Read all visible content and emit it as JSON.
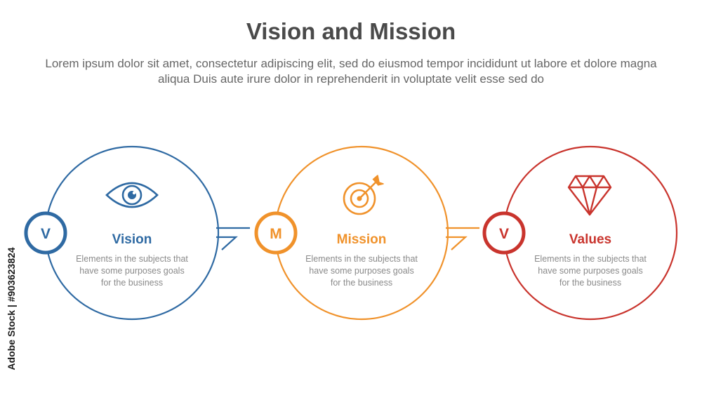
{
  "title": "Vision and Mission",
  "subtitle": "Lorem ipsum dolor sit amet, consectetur adipiscing elit, sed do eiusmod tempor incididunt ut labore et dolore magna aliqua Duis aute irure dolor in reprehenderit in voluptate velit esse sed do",
  "stages": [
    {
      "letter": "V",
      "title": "Vision",
      "desc": "Elements in the subjects that\nhave  some purposes goals\nfor the  business",
      "color": "#2f6aa3",
      "icon": "eye-icon"
    },
    {
      "letter": "M",
      "title": "Mission",
      "desc": "Elements in the subjects that\nhave  some purposes goals\nfor the  business",
      "color": "#f0922b",
      "icon": "target-icon"
    },
    {
      "letter": "V",
      "title": "Values",
      "desc": "Elements in the subjects that\nhave  some purposes goals\nfor the  business",
      "color": "#c9342d",
      "icon": "diamond-icon"
    }
  ],
  "watermark": "Adobe Stock | #903623824"
}
